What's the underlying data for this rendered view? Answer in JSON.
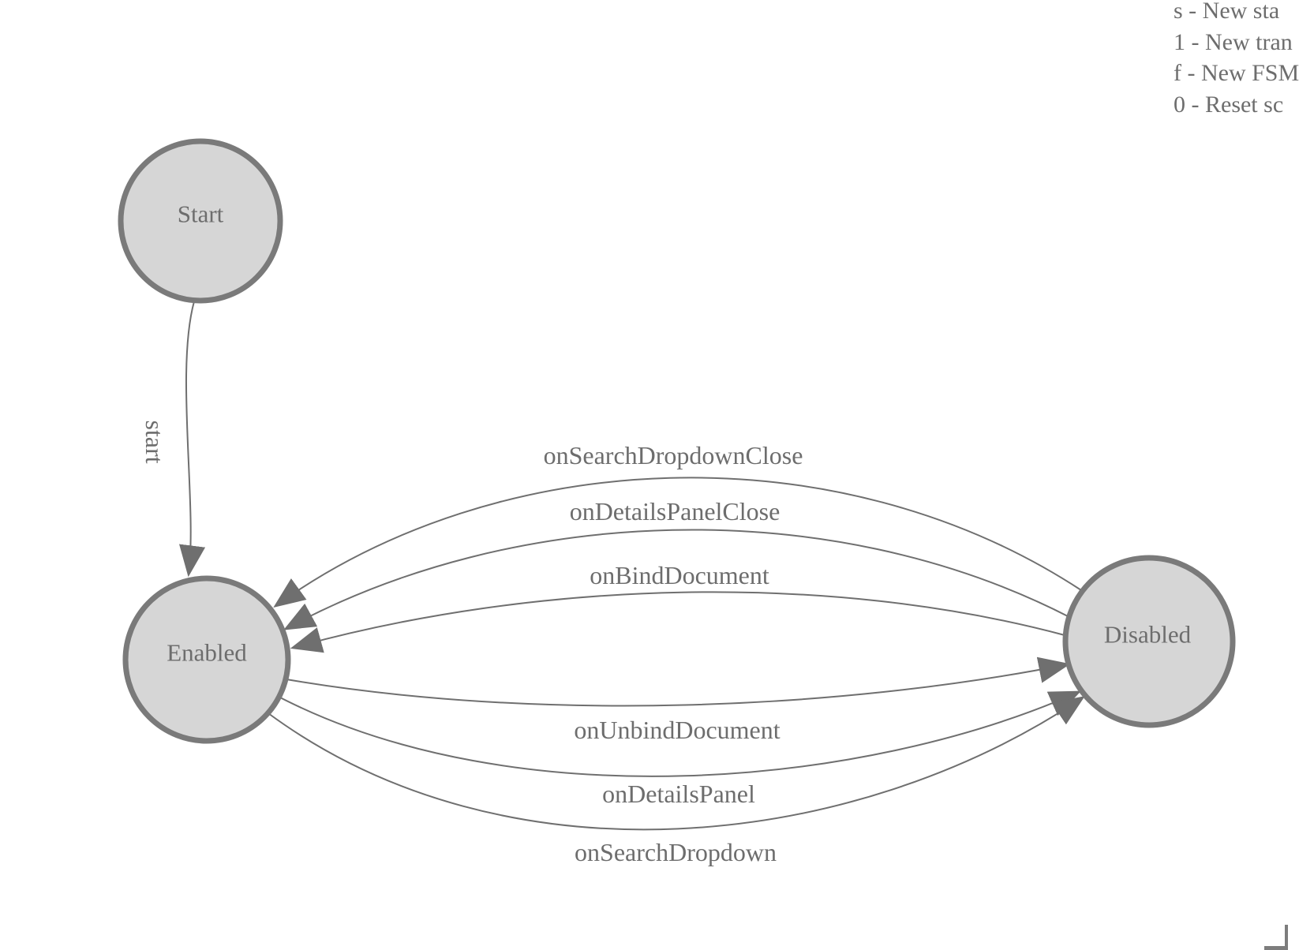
{
  "canvas": {
    "background": "#ffffff",
    "colors": {
      "node_fill": "#d6d6d6",
      "node_stroke": "#7a7a7a",
      "edge_line": "#6f6f6f",
      "text": "#6d6d6d"
    }
  },
  "nodes": [
    {
      "id": "start",
      "label": "Start"
    },
    {
      "id": "enabled",
      "label": "Enabled"
    },
    {
      "id": "disabled",
      "label": "Disabled"
    }
  ],
  "edges": [
    {
      "label": "start",
      "from": "Start",
      "to": "Enabled"
    },
    {
      "label": "onSearchDropdownClose",
      "from": "Disabled",
      "to": "Enabled"
    },
    {
      "label": "onDetailsPanelClose",
      "from": "Disabled",
      "to": "Enabled"
    },
    {
      "label": "onBindDocument",
      "from": "Disabled",
      "to": "Enabled"
    },
    {
      "label": "onUnbindDocument",
      "from": "Enabled",
      "to": "Disabled"
    },
    {
      "label": "onDetailsPanel",
      "from": "Enabled",
      "to": "Disabled"
    },
    {
      "label": "onSearchDropdown",
      "from": "Enabled",
      "to": "Disabled"
    }
  ],
  "legend": {
    "items": [
      "s - New sta",
      "1 - New tran",
      "f - New FSM",
      "0 - Reset sc"
    ]
  }
}
